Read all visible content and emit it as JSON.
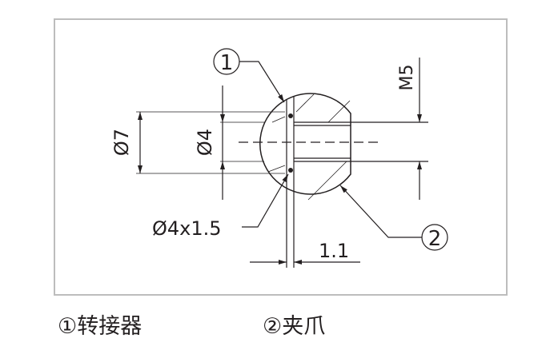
{
  "drawing": {
    "callout_1": "1",
    "callout_2": "2",
    "dim_outer": "Ø7",
    "dim_bore": "Ø4",
    "dim_thread": "M5",
    "dim_pin": "Ø4x1.5",
    "dim_slot": "1.1"
  },
  "legend": [
    {
      "label": "①转接器"
    },
    {
      "label": "②夹爪"
    }
  ],
  "colors": {
    "line": "#231f20",
    "frame": "#bdbdbd"
  }
}
